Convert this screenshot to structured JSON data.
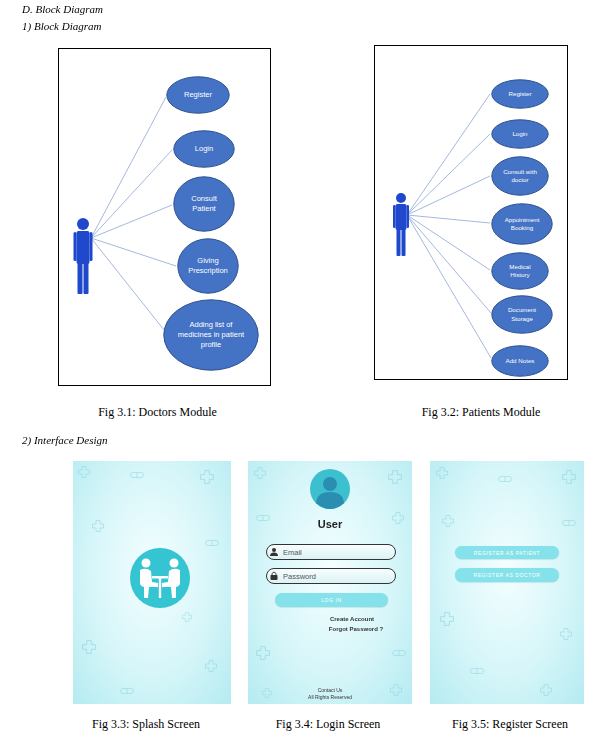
{
  "diagram": {
    "title": "D. Block Diagram",
    "nodes": [
      {
        "text": [
          "Fig 3.1: Doctors Module"
        ]
      },
      {
        "text": [
          "Register"
        ],
        "in": 0
      },
      {
        "text": [
          "Login"
        ],
        "in": 0
      },
      {
        "text": [
          "Consult Patient"
        ],
        "in": 0
      },
      {
        "text": [
          "Giving Prescription"
        ],
        "in": 0
      },
      {
        "text": [
          "Adding list of medicines in patient profile"
        ],
        "in": 0
      },
      {
        "text": [
          "Fig 3.2: Patients Module"
        ]
      },
      {
        "text": [
          "Register"
        ],
        "in": 6
      },
      {
        "text": [
          "Login"
        ],
        "in": 6
      },
      {
        "text": [
          "Consult with doctor"
        ],
        "in": 6
      },
      {
        "text": [
          "Appointment Booking"
        ],
        "in": 6
      },
      {
        "text": [
          "Medical History"
        ],
        "in": 6
      },
      {
        "text": [
          "Document Storage"
        ],
        "in": 6
      },
      {
        "text": [
          "Add Notes"
        ],
        "in": 6
      },
      {
        "text": [
          "Fig 3.3: Splash Screen"
        ]
      },
      {
        "text": [
          "Fig 3.4: Login Screen"
        ]
      },
      {
        "text": [
          "Email"
        ],
        "in": 15
      },
      {
        "text": [
          "Password"
        ],
        "in": 15
      },
      {
        "text": [
          "LOG IN"
        ],
        "in": 15
      },
      {
        "text": [
          "Fig 3.5: Register Screen"
        ]
      },
      {
        "text": [
          "REGISTER AS PATIENT"
        ],
        "in": 19
      },
      {
        "text": [
          "REGISTER AS DOCTOR"
        ],
        "in": 19
      }
    ],
    "labels": [
      "1) Block Diagram",
      "2) Interface Design",
      "User",
      "Create Account",
      "Forgot Password ?",
      "Contact Us",
      "All Rights Reserved"
    ]
  }
}
